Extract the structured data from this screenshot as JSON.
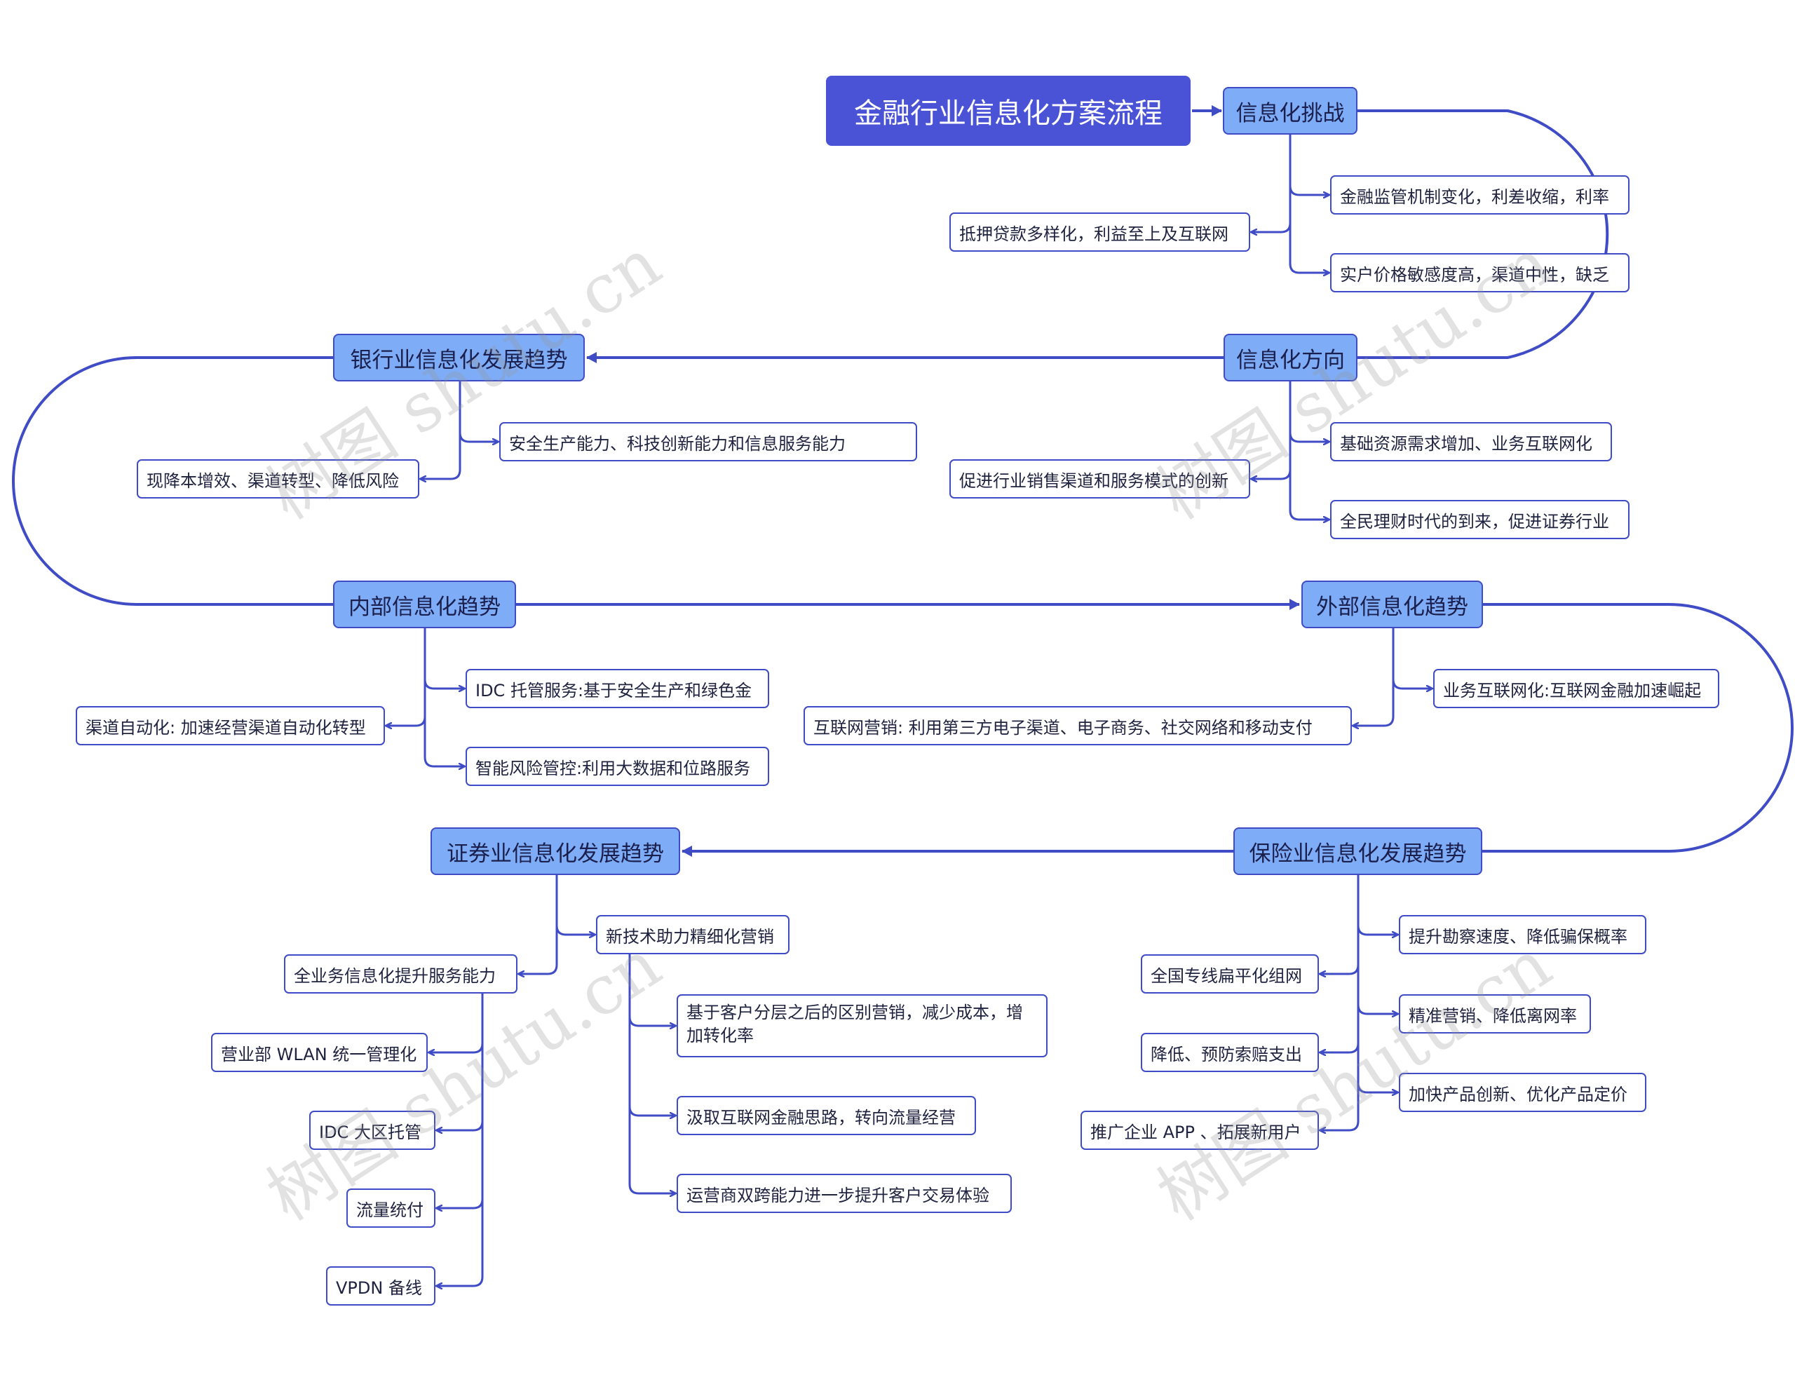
{
  "root": "金融行业信息化方案流程",
  "sections": {
    "challenge": {
      "title": "信息化挑战",
      "items": [
        "金融监管机制变化，利差收缩，利率",
        "抵押贷款多样化，利益至上及互联网",
        "实户价格敏感度高，渠道中性，缺乏"
      ]
    },
    "direction": {
      "title": "信息化方向",
      "items": [
        "基础资源需求增加、业务互联网化",
        "促进行业销售渠道和服务模式的创新",
        "全民理财时代的到来，促进证券行业"
      ]
    },
    "bank": {
      "title": "银行业信息化发展趋势",
      "items": [
        "安全生产能力、科技创新能力和信息服务能力",
        "现降本增效、渠道转型、降低风险"
      ]
    },
    "internal": {
      "title": "内部信息化趋势",
      "items": [
        "IDC 托管服务:基于安全生产和绿色金",
        "渠道自动化: 加速经营渠道自动化转型",
        "智能风险管控:利用大数据和位路服务"
      ]
    },
    "external": {
      "title": "外部信息化趋势",
      "items": [
        "业务互联网化:互联网金融加速崛起",
        "互联网营销: 利用第三方电子渠道、电子商务、社交网络和移动支付"
      ]
    },
    "insurance": {
      "title": "保险业信息化发展趋势",
      "items": [
        "提升勘察速度、降低骗保概率",
        "全国专线扁平化组网",
        "精准营销、降低离网率",
        "降低、预防索赔支出",
        "加快产品创新、优化产品定价",
        "推广企业 APP 、拓展新用户"
      ]
    },
    "securities": {
      "title": "证券业信息化发展趋势",
      "new_tech": "新技术助力精细化营销",
      "new_tech_items": [
        "基于客户分层之后的区别营销，减少成本，增加转化率",
        "汲取互联网金融思路，转向流量经营",
        "运营商双跨能力进一步提升客户交易体验"
      ],
      "all_biz": "全业务信息化提升服务能力",
      "all_biz_items": [
        "营业部 WLAN 统一管理化",
        "IDC 大区托管",
        "流量统付",
        "VPDN 备线"
      ]
    }
  },
  "watermark": "树图 shutu.cn",
  "colors": {
    "line": "#3f4cc5",
    "root": "#4a52d6",
    "main": "#7facf6"
  }
}
